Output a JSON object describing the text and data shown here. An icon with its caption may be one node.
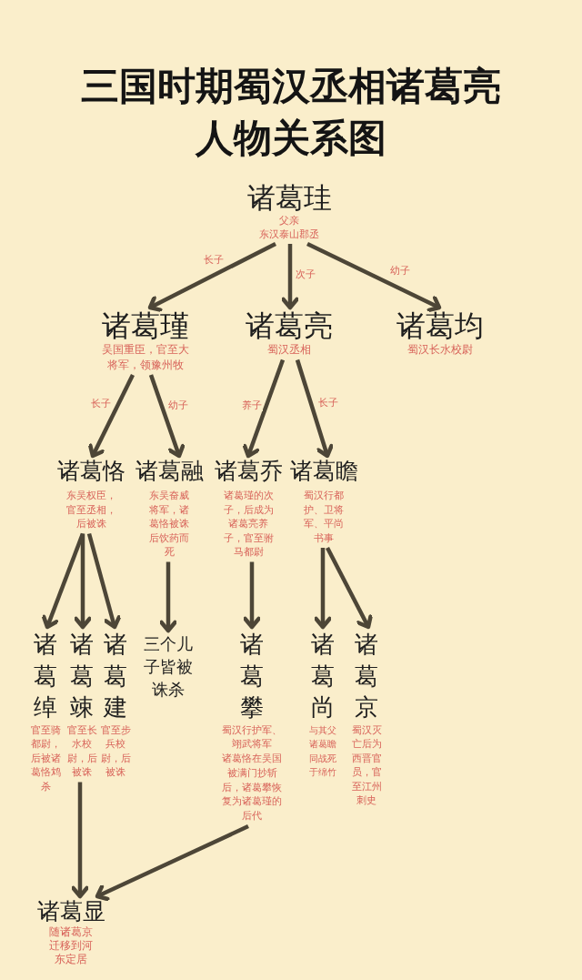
{
  "diagram": {
    "title": "三国时期蜀汉丞相诸葛亮人物关系图",
    "nodes": [
      {
        "text": [
          "诸葛珪",
          "父亲",
          "东汉泰山郡丞"
        ]
      },
      {
        "text": [
          "诸葛瑾",
          "吴国重臣，官至大将军，领豫州牧"
        ]
      },
      {
        "text": [
          "诸葛亮",
          "蜀汉丞相"
        ]
      },
      {
        "text": [
          "诸葛均",
          "蜀汉长水校尉"
        ]
      },
      {
        "text": [
          "诸葛恪",
          "东吴权臣，官至丞相，后被诛"
        ]
      },
      {
        "text": [
          "诸葛融",
          "东吴奋威将军，诸葛恪被诛后饮药而死"
        ]
      },
      {
        "text": [
          "诸葛乔",
          "诸葛瑾的次子，后成为诸葛亮养子，官至驸马都尉"
        ]
      },
      {
        "text": [
          "诸葛瞻",
          "蜀汉行都护、卫将军、平尚书事"
        ]
      },
      {
        "text": [
          "诸葛绰",
          "官至骑都尉，后被诸葛恪鸩杀"
        ]
      },
      {
        "text": [
          "诸葛竦",
          "官至长水校尉，后被诛"
        ]
      },
      {
        "text": [
          "诸葛建",
          "官至步兵校尉，后被诛"
        ]
      },
      {
        "text": [
          "三个儿子皆被诛杀"
        ]
      },
      {
        "text": [
          "诸葛攀",
          "蜀汉行护军、翊武将军",
          "诸葛恪在吴国被满门抄斩后，诸葛攀恢复为诸葛瑾的后代"
        ]
      },
      {
        "text": [
          "诸葛尚",
          "与其父诸葛瞻同战死于绵竹"
        ]
      },
      {
        "text": [
          "诸葛京",
          "蜀汉灭亡后为西晋官员，官至江州刺史"
        ]
      },
      {
        "text": [
          "诸葛显",
          "随诸葛京迁移到河东定居"
        ]
      }
    ],
    "edges": [
      {
        "from": 0,
        "to": 1,
        "arrow": "to",
        "label": "长子"
      },
      {
        "from": 0,
        "to": 2,
        "arrow": "to",
        "label": "次子"
      },
      {
        "from": 0,
        "to": 3,
        "arrow": "to",
        "label": "幼子"
      },
      {
        "from": 1,
        "to": 4,
        "arrow": "to",
        "label": "长子"
      },
      {
        "from": 1,
        "to": 5,
        "arrow": "to",
        "label": "幼子"
      },
      {
        "from": 2,
        "to": 6,
        "arrow": "to",
        "label": "养子"
      },
      {
        "from": 2,
        "to": 7,
        "arrow": "to",
        "label": "长子"
      },
      {
        "from": 4,
        "to": 8,
        "arrow": "to"
      },
      {
        "from": 4,
        "to": 9,
        "arrow": "to"
      },
      {
        "from": 4,
        "to": 10,
        "arrow": "to"
      },
      {
        "from": 5,
        "to": 11,
        "arrow": "to"
      },
      {
        "from": 6,
        "to": 12,
        "arrow": "to"
      },
      {
        "from": 7,
        "to": 13,
        "arrow": "to"
      },
      {
        "from": 7,
        "to": 14,
        "arrow": "to"
      },
      {
        "from": 9,
        "to": 15,
        "arrow": "to"
      },
      {
        "from": 12,
        "to": 15,
        "arrow": "to"
      }
    ]
  }
}
